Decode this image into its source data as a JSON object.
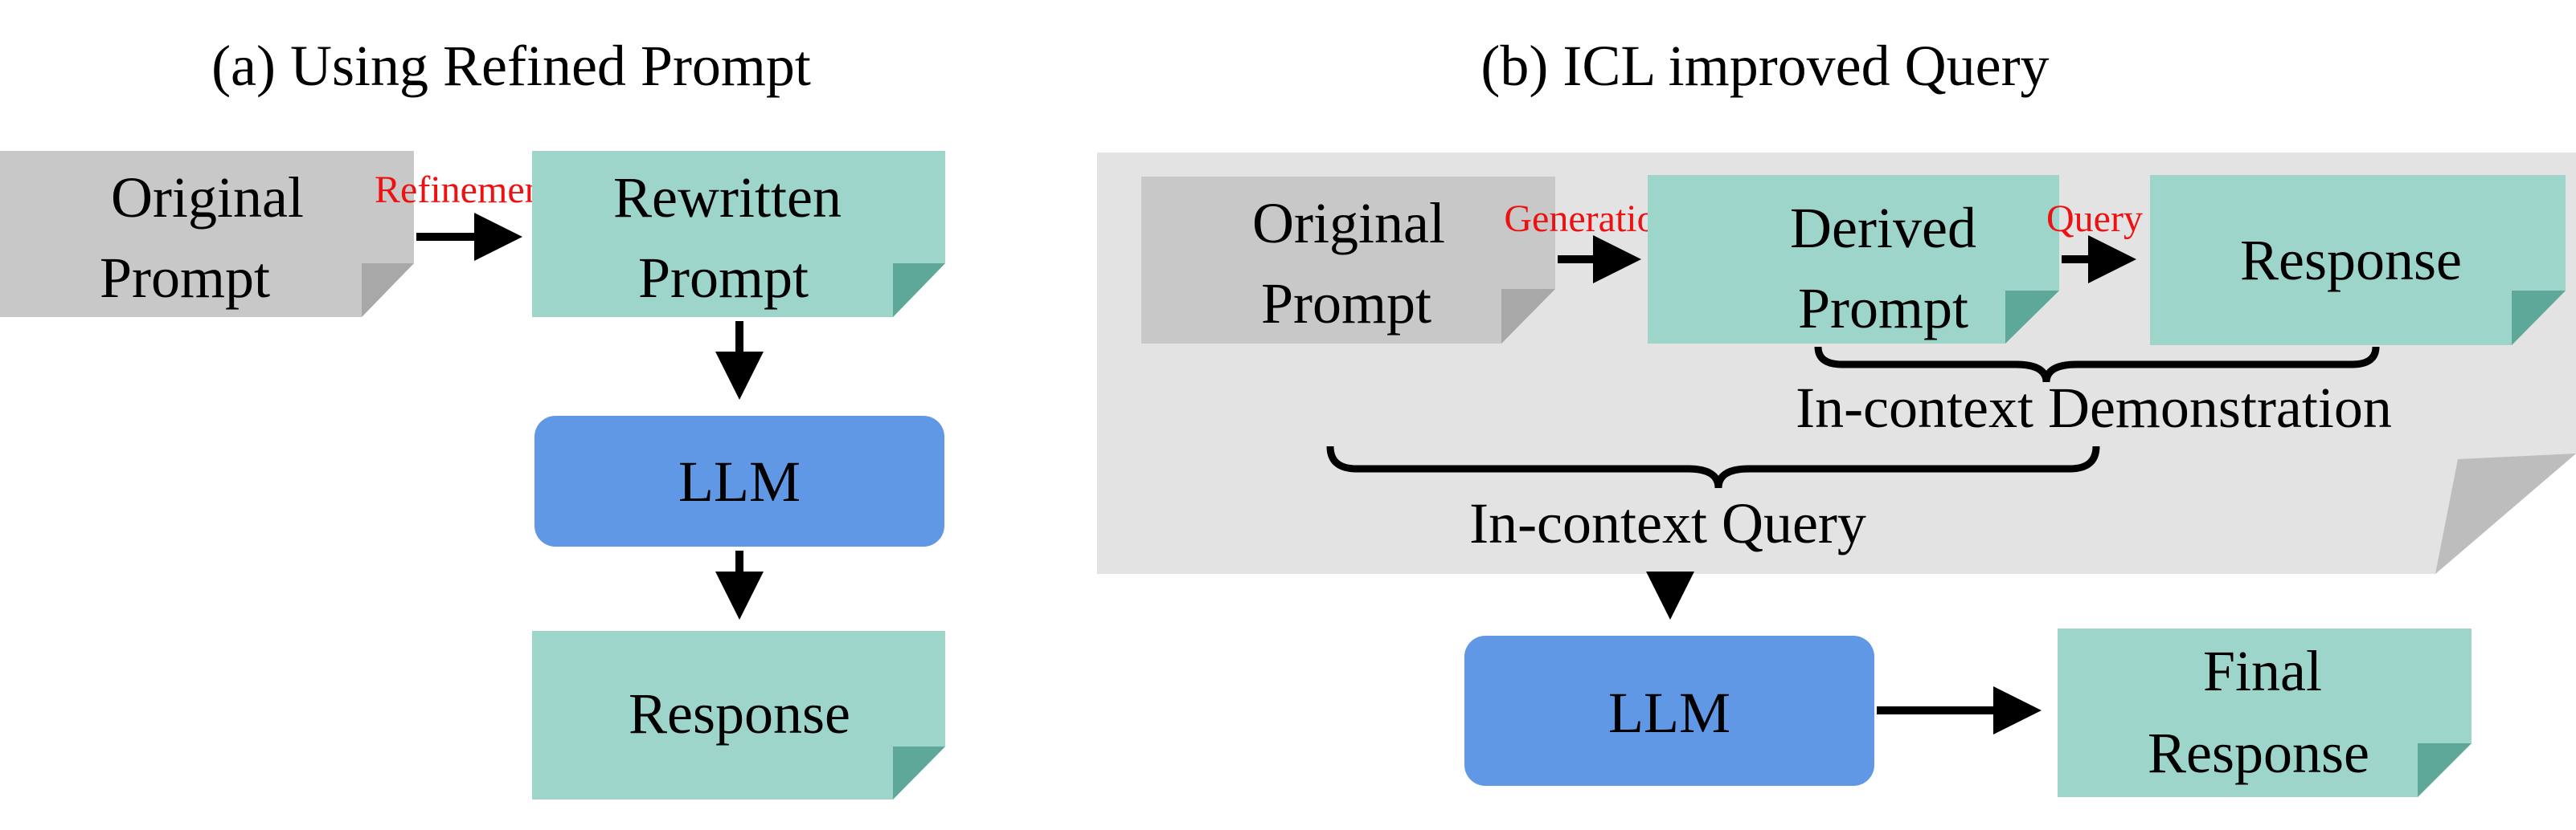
{
  "panels": {
    "a": {
      "title": "(a) Using Refined Prompt"
    },
    "b": {
      "title": "(b) ICL improved Query"
    }
  },
  "nodes": {
    "a_original": {
      "line1": "Original",
      "line2": "Prompt"
    },
    "a_rewritten": {
      "line1": "Rewritten",
      "line2": "Prompt"
    },
    "a_llm": {
      "label": "LLM"
    },
    "a_response": {
      "label": "Response"
    },
    "b_original": {
      "line1": "Original",
      "line2": "Prompt"
    },
    "b_derived": {
      "line1": "Derived",
      "line2": "Prompt"
    },
    "b_response": {
      "label": "Response"
    },
    "b_llm": {
      "label": "LLM"
    },
    "b_final": {
      "line1": "Final",
      "line2": "Response"
    }
  },
  "edges": {
    "refinement": "Refinement",
    "generation": "Generation",
    "query": "Query"
  },
  "braces": {
    "demonstration": "In-context Demonstration",
    "query": "In-context Query"
  },
  "colors": {
    "gray_note": "#c8c8c8",
    "gray_fold": "#a8a8a8",
    "teal_note": "#9dd5cb",
    "teal_fold": "#5ea89a",
    "llm_blue": "#6198e6",
    "panel_bg": "#e3e3e3",
    "panel_fold": "#bdbdbd",
    "edge_label_red": "#ee1111"
  }
}
